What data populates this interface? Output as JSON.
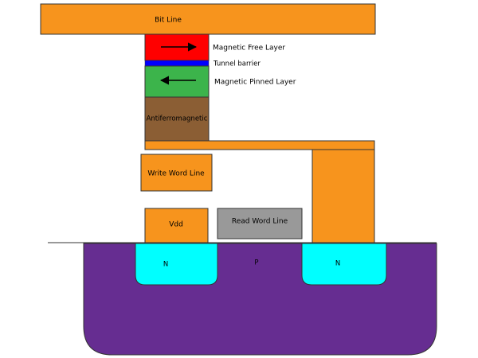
{
  "diagram": {
    "title": "MRAM cell cross-section",
    "labels": {
      "bit_line": "Bit Line",
      "free_layer": "Magnetic Free Layer",
      "tunnel_barrier": "Tunnel barrier",
      "pinned_layer": "Magnetic Pinned Layer",
      "antiferromagnetic": "Antiferromagnetic",
      "write_word_line": "Write Word Line",
      "vdd": "Vdd",
      "read_word_line": "Read Word Line",
      "n_left": "N",
      "p_substrate": "P",
      "n_right": "N"
    },
    "colors": {
      "metal": "#f7941d",
      "free_layer": "#ff0000",
      "tunnel_barrier": "#0000ff",
      "pinned_layer": "#3cb44b",
      "antiferromagnetic": "#8b5e34",
      "read_word_line": "#999999",
      "n_well": "#00ffff",
      "p_substrate": "#662d91",
      "outline": "#333333"
    },
    "magnetization": {
      "free_layer_direction": "right",
      "pinned_layer_direction": "left"
    }
  }
}
